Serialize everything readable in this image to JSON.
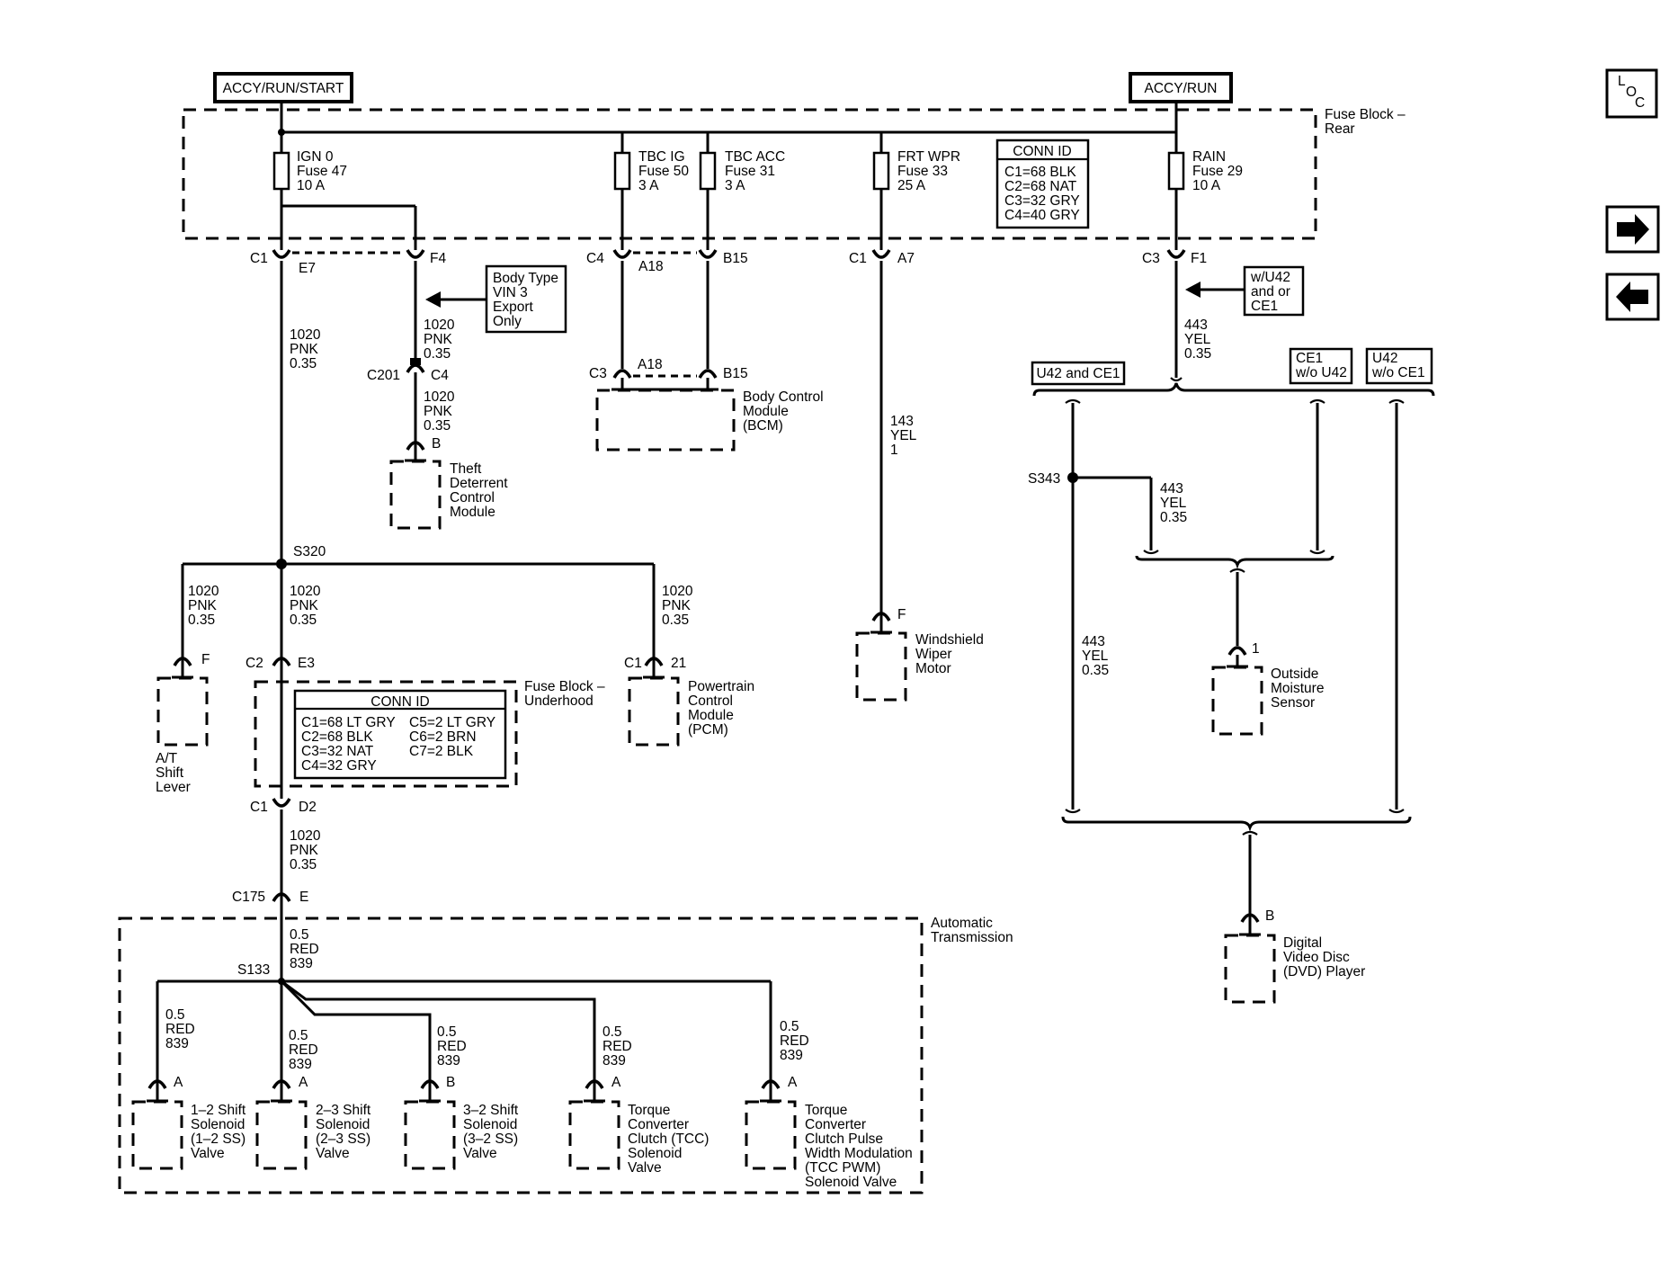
{
  "power": {
    "left": "ACCY/RUN/START",
    "right": "ACCY/RUN"
  },
  "fuse_block_rear": {
    "label": [
      "Fuse Block –",
      "Rear"
    ],
    "fuses": [
      {
        "name": "IGN 0",
        "fuse": "Fuse 47",
        "amps": "10 A"
      },
      {
        "name": "TBC IG",
        "fuse": "Fuse 50",
        "amps": "3 A"
      },
      {
        "name": "TBC ACC",
        "fuse": "Fuse 31",
        "amps": "3 A"
      },
      {
        "name": "FRT WPR",
        "fuse": "Fuse 33",
        "amps": "25 A"
      },
      {
        "name": "RAIN",
        "fuse": "Fuse 29",
        "amps": "10 A"
      }
    ],
    "conn_id": {
      "title": "CONN ID",
      "lines": [
        "C1=68 BLK",
        "C2=68 NAT",
        "C3=32 GRY",
        "C4=40 GRY"
      ]
    }
  },
  "connectors": {
    "c1_left": "C1",
    "e7": "E7",
    "f4": "F4",
    "c4": "C4",
    "a18": "A18",
    "b15": "B15",
    "c1_mid": "C1",
    "a7": "A7",
    "c3": "C3",
    "f1": "F1",
    "c201": "C201",
    "c4_low": "C4",
    "c3_bcm": "C3",
    "a18_bcm": "A18",
    "b15_bcm": "B15",
    "b_tdc": "B",
    "s320": "S320",
    "f_at": "F",
    "c2": "C2",
    "e3": "E3",
    "c1_pcm": "C1",
    "pin21": "21",
    "c1_d2": "C1",
    "d2": "D2",
    "c175": "C175",
    "e": "E",
    "s133": "S133",
    "f_wiper": "F",
    "s343": "S343",
    "pin1": "1",
    "b_dvd": "B",
    "sol_pins": [
      "A",
      "A",
      "B",
      "A",
      "A"
    ]
  },
  "notes": {
    "body_type": [
      "Body Type",
      "VIN 3",
      "Export",
      "Only"
    ],
    "wu42": [
      "w/U42",
      "and or",
      "CE1"
    ],
    "u42_ce1": "U42 and CE1",
    "ce1_wo_u42": [
      "CE1",
      "w/o U42"
    ],
    "u42_wo_ce1": [
      "U42",
      "w/o CE1"
    ]
  },
  "wires": {
    "w1020": [
      "1020",
      "PNK",
      "0.35"
    ],
    "w443": [
      "443",
      "YEL",
      "0.35"
    ],
    "w143": [
      "143",
      "YEL",
      "1"
    ],
    "w839_a": [
      "0.5",
      "RED",
      "839"
    ]
  },
  "components": {
    "bcm": [
      "Body Control",
      "Module",
      "(BCM)"
    ],
    "tdcm": [
      "Theft",
      "Deterrent",
      "Control",
      "Module"
    ],
    "at_shift": [
      "A/T",
      "Shift",
      "Lever"
    ],
    "pcm": [
      "Powertrain",
      "Control",
      "Module",
      "(PCM)"
    ],
    "wiper": [
      "Windshield",
      "Wiper",
      "Motor"
    ],
    "moisture": [
      "Outside",
      "Moisture",
      "Sensor"
    ],
    "dvd": [
      "Digital",
      "Video Disc",
      "(DVD) Player"
    ],
    "trans": [
      "Automatic",
      "Transmission"
    ],
    "fb_under": [
      "Fuse Block –",
      "Underhood"
    ],
    "sol_12": [
      "1–2 Shift",
      "Solenoid",
      "(1–2 SS)",
      "Valve"
    ],
    "sol_23": [
      "2–3 Shift",
      "Solenoid",
      "(2–3 SS)",
      "Valve"
    ],
    "sol_32": [
      "3–2 Shift",
      "Solenoid",
      "(3–2 SS)",
      "Valve"
    ],
    "sol_tcc": [
      "Torque",
      "Converter",
      "Clutch (TCC)",
      "Solenoid",
      "Valve"
    ],
    "sol_pwm": [
      "Torque",
      "Converter",
      "Clutch Pulse",
      "Width Modulation",
      "(TCC PWM)",
      "Solenoid Valve"
    ]
  },
  "fb_underhood_conn_id": {
    "title": "CONN ID",
    "left": [
      "C1=68 LT GRY",
      "C2=68 BLK",
      "C3=32 NAT",
      "C4=32 GRY"
    ],
    "right": [
      "C5=2 LT GRY",
      "C6=2 BRN",
      "C7=2 BLK"
    ]
  },
  "nav": {
    "loc": [
      "L",
      "O",
      "C"
    ],
    "next_icon": "arrow-right-icon",
    "prev_icon": "arrow-left-icon"
  }
}
